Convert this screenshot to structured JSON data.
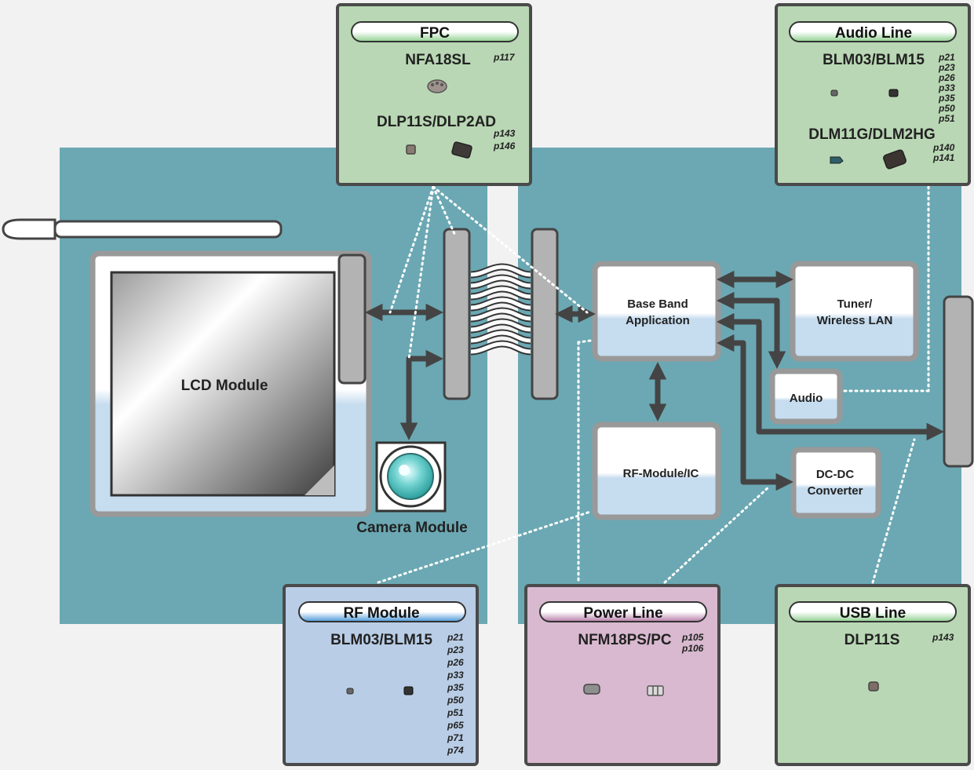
{
  "blocks": {
    "lcd": "LCD Module",
    "camera": "Camera Module",
    "baseband": [
      "Base Band",
      "Application"
    ],
    "tuner": [
      "Tuner/",
      "Wireless LAN"
    ],
    "audio": "Audio",
    "rf_ic": "RF-Module/IC",
    "dcdc": [
      "DC-DC",
      "Converter"
    ]
  },
  "panels": {
    "fpc": {
      "title": "FPC",
      "part1": "NFA18SL",
      "pages1": [
        "p117"
      ],
      "part2": "DLP11S/DLP2AD",
      "pages2": [
        "p143",
        "p146"
      ]
    },
    "audio_line": {
      "title": "Audio Line",
      "part1": "BLM03/BLM15",
      "pages1": [
        "p21",
        "p23",
        "p26",
        "p33",
        "p35",
        "p50",
        "p51"
      ],
      "part2": "DLM11G/DLM2HG",
      "pages2": [
        "p140",
        "p141"
      ]
    },
    "rf_module": {
      "title": "RF Module",
      "part1": "BLM03/BLM15",
      "pages1": [
        "p21",
        "p23",
        "p26",
        "p33",
        "p35",
        "p50",
        "p51",
        "p65",
        "p71",
        "p74"
      ]
    },
    "power_line": {
      "title": "Power Line",
      "part1": "NFM18PS/PC",
      "pages1": [
        "p105",
        "p106"
      ]
    },
    "usb_line": {
      "title": "USB Line",
      "part1": "DLP11S",
      "pages1": [
        "p143"
      ]
    }
  },
  "colors": {
    "teal": "#6ba8b3",
    "green_panel": "#b9d7b4",
    "blue_panel": "#b9cde6",
    "pink_panel": "#d8b9cf",
    "connector": "#b3b3b3",
    "arrow": "#444444"
  }
}
